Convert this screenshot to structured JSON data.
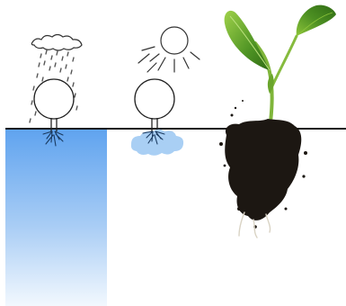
{
  "scene": {
    "description_free": true,
    "colors": {
      "background": "#ffffff",
      "ground_line": "#1a1a1a",
      "water_top": "#6aaaf0",
      "water_bottom": "#eaf3fd",
      "puddle": "#a9cff4",
      "sketch_stroke": "#222222",
      "soil": "#1c1712",
      "leaf_dark": "#3f7d1c",
      "leaf_light": "#8cc43a",
      "stem": "#7fb53a"
    },
    "panels": [
      {
        "icon": "rain-cloud-icon",
        "element": "sketch-plant-rain",
        "below_ground": "water-column"
      },
      {
        "icon": "sun-icon",
        "element": "sketch-plant-sun",
        "below_ground": "water-puddle"
      },
      {
        "icon": "seedling-photo",
        "element": "real-seedling",
        "below_ground": "soil-clump"
      }
    ]
  }
}
